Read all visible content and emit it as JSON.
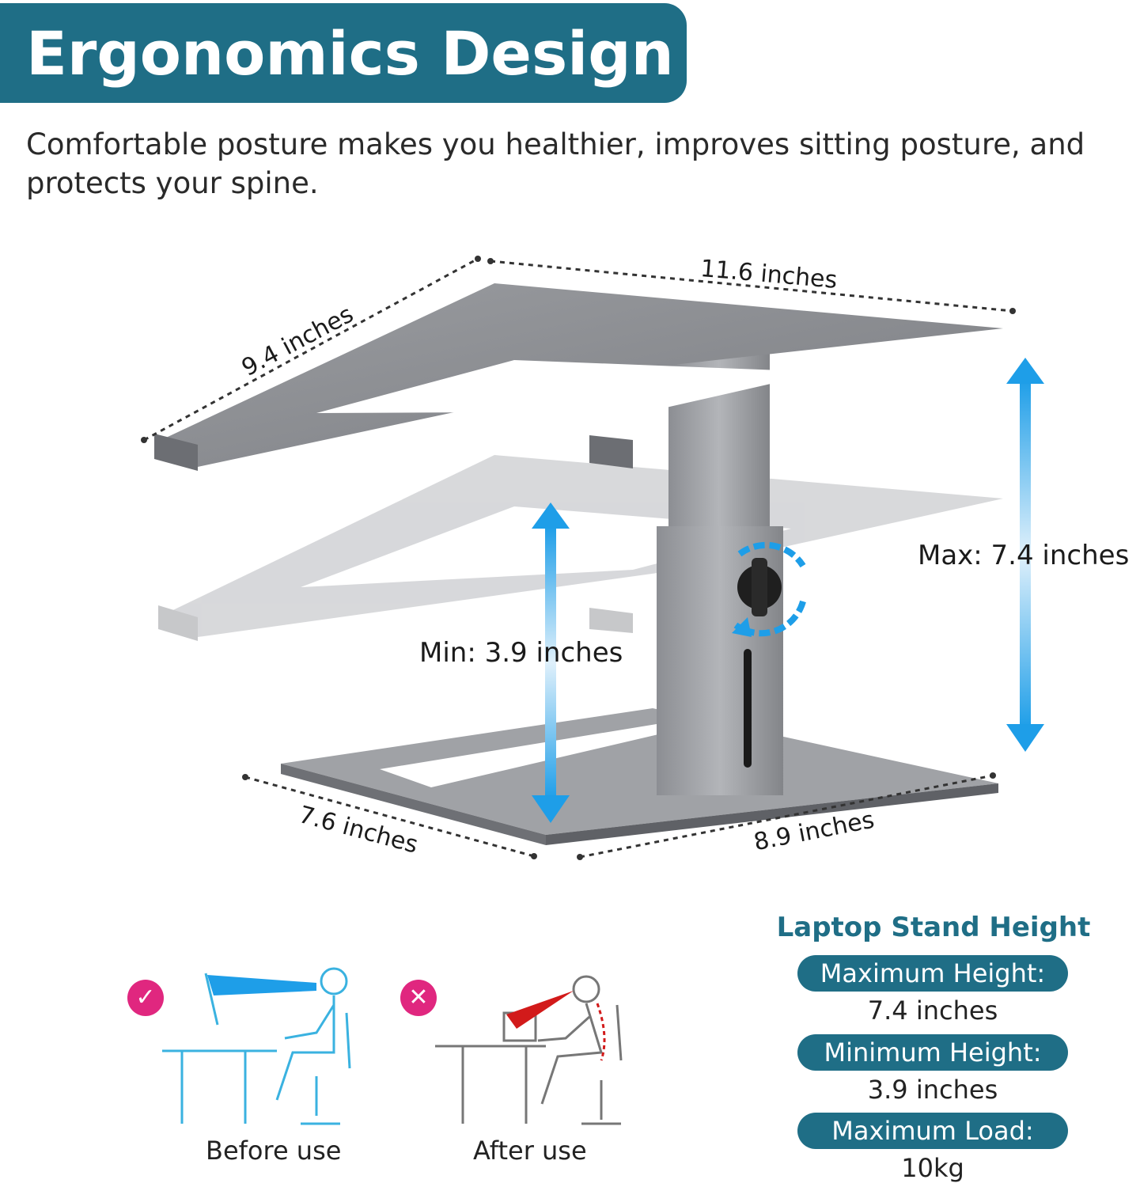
{
  "header": {
    "title": "Ergonomics Design",
    "subtitle": "Comfortable posture makes you healthier, improves sitting posture, and protects your spine."
  },
  "dimensions": {
    "top_depth": "9.4 inches",
    "top_width": "11.6 inches",
    "base_depth": "7.6 inches",
    "base_width": "8.9 inches",
    "max_height": "Max: 7.4 inches",
    "min_height": "Min: 3.9 inches"
  },
  "usage": {
    "before": {
      "icon": "check-icon",
      "glyph": "✓",
      "label": "Before use"
    },
    "after": {
      "icon": "cross-icon",
      "glyph": "✕",
      "label": "After use"
    }
  },
  "specs": {
    "heading": "Laptop Stand Height",
    "items": [
      {
        "label": "Maximum Height:",
        "value": "7.4 inches"
      },
      {
        "label": "Minimum Height:",
        "value": "3.9 inches"
      },
      {
        "label": "Maximum Load:",
        "value": "10kg"
      }
    ]
  },
  "colors": {
    "brand": "#1f6e86",
    "accent_blue": "#1e9ee8",
    "badge_pink": "#e0277f",
    "aluminum": "#8a8c90"
  }
}
